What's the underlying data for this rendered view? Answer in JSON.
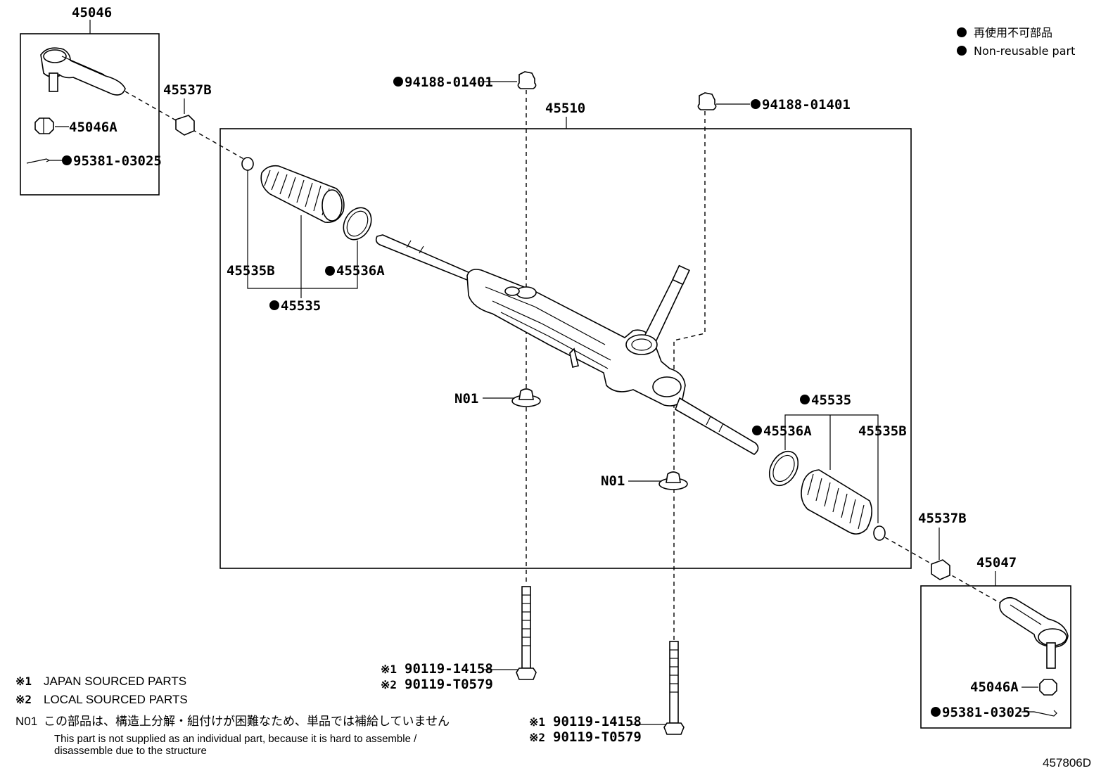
{
  "legend": {
    "mark_ja": "再使用不可部品",
    "mark_en": "Non-reusable part"
  },
  "parts": {
    "tie_rod_end_left": "45046",
    "tie_rod_end_right": "45047",
    "lock_nut": "45046A",
    "cotter_pin": "95381-03025",
    "rack_assembly": "45510",
    "nut_a": "94188-01401",
    "nut_b": "94188-01401",
    "boot_clip": "45537B",
    "boot_kit": "45535",
    "boot": "45535B",
    "boot_clamp": "45536A",
    "bushing": "N01",
    "bolt_a": "90119-14158",
    "bolt_b": "90119-T0579"
  },
  "marks": {
    "note1": "※1",
    "note2": "※2",
    "n01": "N01"
  },
  "notes": {
    "japan": "JAPAN SOURCED PARTS",
    "local": "LOCAL SOURCED PARTS",
    "n01_ja": "この部品は、構造上分解・組付けが困難なため、単品では補給していません",
    "n01_en_1": "This part is not supplied as an individual part, because it is hard to assemble /",
    "n01_en_2": "disassemble due to the structure"
  },
  "figure_id": "457806D"
}
